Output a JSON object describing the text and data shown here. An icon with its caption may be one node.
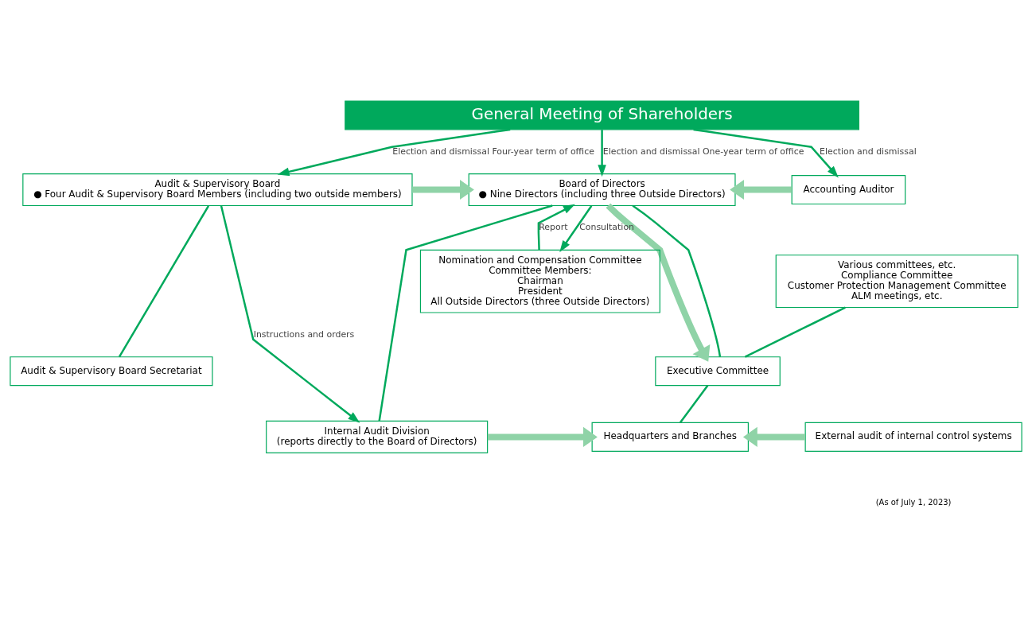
{
  "diagram": {
    "nodes": [
      {
        "text": [
          "General Meeting of Shareholders"
        ]
      },
      {
        "text": [
          "Audit & Supervisory Board",
          "● Four Audit & Supervisory Board Members (including two outside members)"
        ]
      },
      {
        "text": [
          "Board of Directors",
          "● Nine Directors (including three Outside Directors)"
        ]
      },
      {
        "text": [
          "Accounting Auditor"
        ]
      },
      {
        "text": [
          "Audit & Supervisory Board Secretariat"
        ]
      },
      {
        "text": [
          "Executive Committee"
        ]
      },
      {
        "text": [
          "Various committees, etc.",
          "Compliance Committee",
          "Customer Protection Management Committee",
          "ALM meetings, etc."
        ]
      },
      {
        "text": [
          "Nomination and Compensation Committee",
          "Committee Members:",
          "Chairman",
          "President",
          "All Outside Directors (three Outside Directors)"
        ]
      },
      {
        "text": [
          "Internal Audit Division",
          "(reports directly to the Board of Directors)"
        ]
      },
      {
        "text": [
          "Headquarters and Branches"
        ]
      },
      {
        "text": [
          "External audit of internal control systems"
        ]
      }
    ],
    "edges": [
      {
        "from": 0,
        "to": 1,
        "arrow": "to",
        "label": "Election and dismissal Four-year term of office"
      },
      {
        "from": 0,
        "to": 2,
        "arrow": "to",
        "label": "Election and dismissal One-year term of office"
      },
      {
        "from": 0,
        "to": 3,
        "arrow": "to",
        "label": "Election and dismissal"
      },
      {
        "from": 1,
        "to": 2,
        "arrow": "to",
        "style": "thick",
        "color": "#8fd3a7"
      },
      {
        "from": 3,
        "to": 2,
        "arrow": "to",
        "style": "thick",
        "color": "#8fd3a7"
      },
      {
        "from": 2,
        "to": 5,
        "arrow": "to",
        "style": "thick",
        "color": "#8fd3a7"
      },
      {
        "from": 2,
        "to": 5,
        "arrow": "none"
      },
      {
        "from": 1,
        "to": 4,
        "arrow": "none"
      },
      {
        "from": 1,
        "to": 8,
        "arrow": "to",
        "label": "Instructions and orders"
      },
      {
        "from": 2,
        "to": 8,
        "arrow": "none"
      },
      {
        "from": 5,
        "to": 9,
        "arrow": "none"
      },
      {
        "from": 6,
        "to": 5,
        "arrow": "none"
      },
      {
        "from": 2,
        "to": 7,
        "arrow": "to",
        "label": "Consultation"
      },
      {
        "from": 7,
        "to": 2,
        "arrow": "to",
        "label": "Report"
      },
      {
        "from": 8,
        "to": 9,
        "arrow": "to",
        "style": "thick",
        "color": "#8fd3a7"
      },
      {
        "from": 10,
        "to": 9,
        "arrow": "to",
        "style": "thick",
        "color": "#8fd3a7"
      }
    ],
    "labels": [
      "(As of July 1, 2023)"
    ]
  }
}
